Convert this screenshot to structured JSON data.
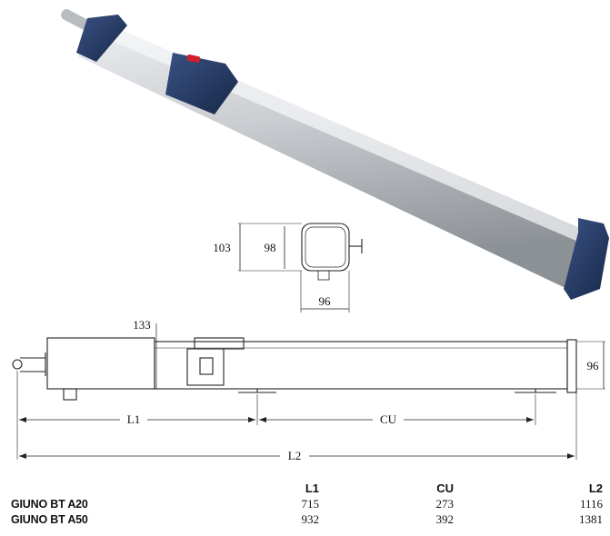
{
  "product": {
    "accent_color": "#1f3560",
    "body_color": "#c7cacd",
    "indicator_color": "#d21f2a"
  },
  "cross_section": {
    "height_outer": "103",
    "height_inner": "98",
    "width": "96"
  },
  "side_view": {
    "offset_label": "133",
    "height_label": "96",
    "l1_label": "L1",
    "cu_label": "CU",
    "l2_label": "L2"
  },
  "spec_table": {
    "headers": [
      "",
      "L1",
      "CU",
      "L2"
    ],
    "rows": [
      {
        "model": "GIUNO BT A20",
        "l1": "715",
        "cu": "273",
        "l2": "1116"
      },
      {
        "model": "GIUNO BT A50",
        "l1": "932",
        "cu": "392",
        "l2": "1381"
      }
    ]
  }
}
